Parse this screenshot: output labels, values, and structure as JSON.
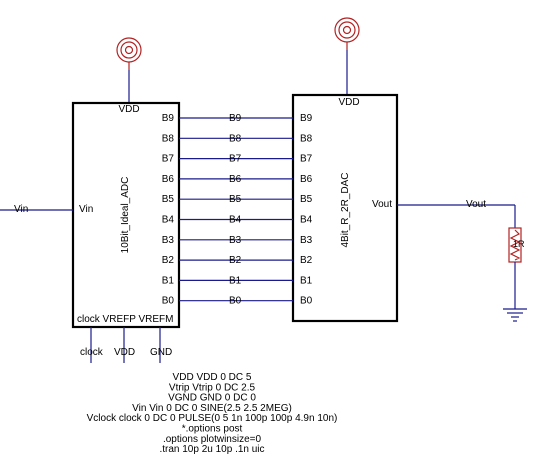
{
  "adc": {
    "name": "10Bit_Ideal_ADC",
    "vdd_pin": "VDD",
    "vin_pin": "Vin",
    "bottom_pins": "clock VREFP VREFM",
    "pins": [
      "B9",
      "B8",
      "B7",
      "B6",
      "B5",
      "B4",
      "B3",
      "B2",
      "B1",
      "B0"
    ]
  },
  "dac": {
    "name": "4Bit_R_2R_DAC",
    "vdd_pin": "VDD",
    "vout_pin": "Vout",
    "pins": [
      "B9",
      "B8",
      "B7",
      "B6",
      "B5",
      "B4",
      "B3",
      "B2",
      "B1",
      "B0"
    ]
  },
  "nets": {
    "wire_labels": [
      "B9",
      "B8",
      "B7",
      "B6",
      "B5",
      "B4",
      "B3",
      "B2",
      "B1",
      "B0"
    ],
    "vin": "Vin",
    "vout": "Vout",
    "clock": "clock",
    "vdd": "VDD",
    "gnd": "GND"
  },
  "resistor": {
    "label": "1R"
  },
  "netlist": [
    "VDD VDD 0 DC 5",
    "Vtrip Vtrip 0 DC 2.5",
    "VGND GND 0 DC 0",
    "Vin Vin 0 DC 0 SINE(2.5 2.5 2MEG)",
    "Vclock clock 0 DC 0 PULSE(0 5 1n 100p 100p 4.9n 10n)",
    "*.options post",
    ".options plotwinsize=0",
    ".tran 10p 2u 10p .1n uic"
  ],
  "colors": {
    "wire": "#1a1a8c",
    "component_box": "#000000",
    "vdd_symbol": "#b22222",
    "resistor": "#b22222"
  }
}
